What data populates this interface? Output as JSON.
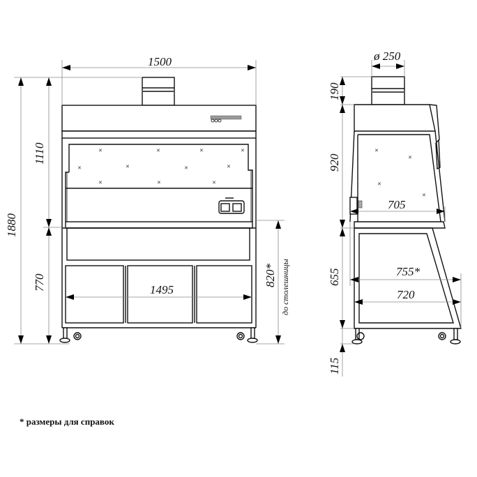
{
  "drawing": {
    "title": "Fume cupboard dimensional drawing",
    "front_view": {
      "width_overall": "1500",
      "height_overall": "1880",
      "height_upper": "1110",
      "height_lower": "770",
      "cabinet_inner_width": "1495",
      "worktop_height": "820*",
      "worktop_height_note": "до столешницы"
    },
    "side_view": {
      "duct_diameter": "ø 250",
      "duct_height": "190",
      "upper_height": "920",
      "sash_depth": "705",
      "lower_height": "655",
      "overall_depth": "755*",
      "base_depth": "720",
      "leg_height": "115"
    },
    "footnote": "* размеры для справок",
    "colors": {
      "line": "#111111",
      "dimension_line": "#8a8a8a",
      "background": "#ffffff"
    }
  }
}
